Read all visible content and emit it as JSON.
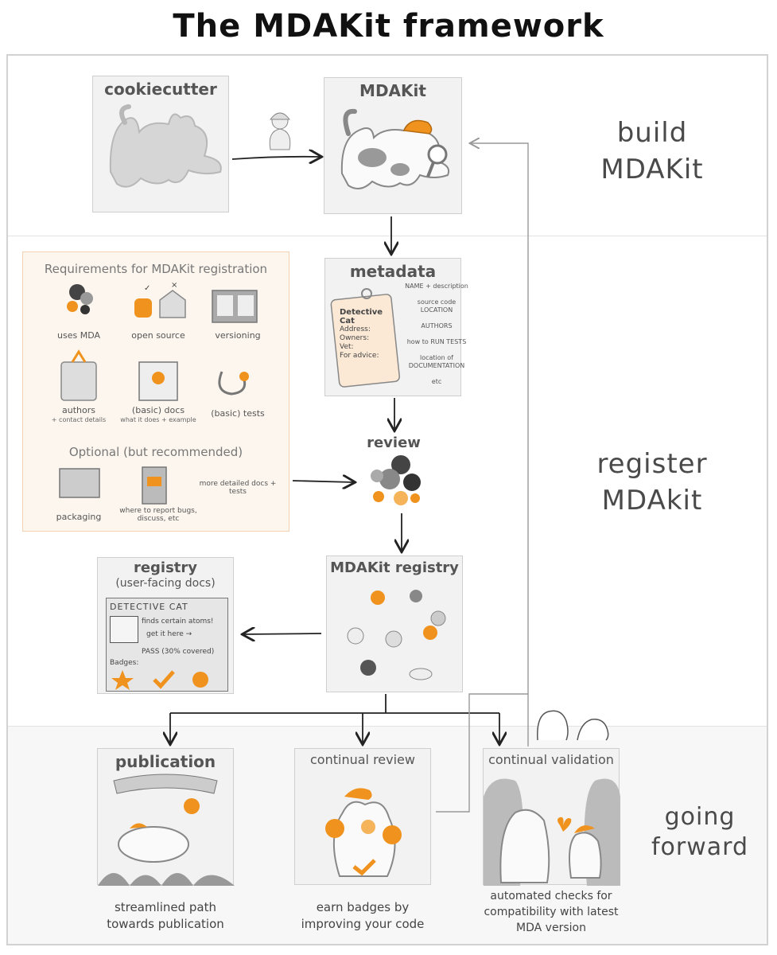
{
  "title": "The MDAKit framework",
  "sections": {
    "build": [
      "build",
      "MDAKit"
    ],
    "register": [
      "register",
      "MDAkit"
    ],
    "forward": [
      "going",
      "forward"
    ]
  },
  "panels": {
    "cookiecutter": "cookiecutter",
    "mdakit": "MDAKit",
    "metadata": "metadata",
    "review": "review",
    "registry_main": "MDAKit registry",
    "registry_docs_title": "registry",
    "registry_docs_sub": "(user-facing docs)",
    "publication": "publication",
    "continual_review": "continual review",
    "continual_validation": "continual validation"
  },
  "metadata_fields": [
    "NAME + description",
    "source code LOCATION",
    "AUTHORS",
    "how to RUN TESTS",
    "location of DOCUMENTATION",
    "etc"
  ],
  "requirements": {
    "title": "Requirements for MDAKit registration",
    "items": [
      {
        "label": "uses MDA",
        "sub": ""
      },
      {
        "label": "open source",
        "sub": ""
      },
      {
        "label": "versioning",
        "sub": ""
      },
      {
        "label": "authors",
        "sub": "+ contact details"
      },
      {
        "label": "(basic) docs",
        "sub": "what it does + example"
      },
      {
        "label": "(basic) tests",
        "sub": ""
      }
    ],
    "optional_title": "Optional (but recommended)",
    "optional_items": [
      {
        "label": "packaging"
      },
      {
        "label": "where to report bugs, discuss, etc"
      },
      {
        "label": "more detailed docs + tests"
      }
    ]
  },
  "detective_doc": {
    "heading": "DETECTIVE CAT",
    "line1": "finds certain atoms!",
    "line2": "get it here →",
    "status": "PASS (30% covered)",
    "badges": "Badges:"
  },
  "metadata_card": {
    "title": "Detective Cat",
    "address": "Address:",
    "owners": "Owners:",
    "vet": "Vet:",
    "advice": "For advice:"
  },
  "captions": {
    "publication": "streamlined path towards publication",
    "continual_review": "earn badges by improving your code",
    "continual_validation": "automated checks for compatibility with latest MDA version"
  },
  "colors": {
    "orange": "#f0921e",
    "panel": "#f2f2f2",
    "req_bg": "#fdf6ee",
    "req_border": "#f6d2b1"
  }
}
